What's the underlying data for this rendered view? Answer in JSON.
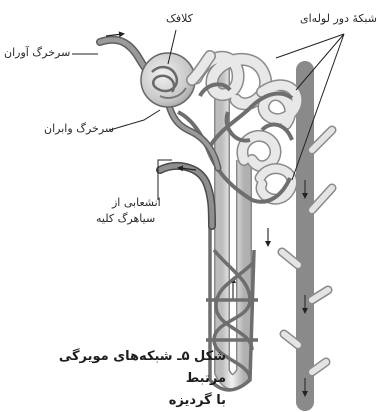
{
  "labels": {
    "glomerulus": "کلافک",
    "peritubular_network": "شبکهٔ دور لوله‌ای",
    "afferent_arteriole": "سرخرگ آوران",
    "efferent_arteriole": "سرخرگ وابران",
    "renal_vein_branch_line1": "انشعابی از",
    "renal_vein_branch_line2": "سیاهرگ کلیه"
  },
  "caption": {
    "line1": "شکل ۵ـ شبکه‌های مویرگی مرتبط",
    "line2": "با گردیزه"
  },
  "colors": {
    "vessel_red": "#8c8c8c",
    "tubule": "#d9d9d9",
    "outline": "#555555"
  }
}
